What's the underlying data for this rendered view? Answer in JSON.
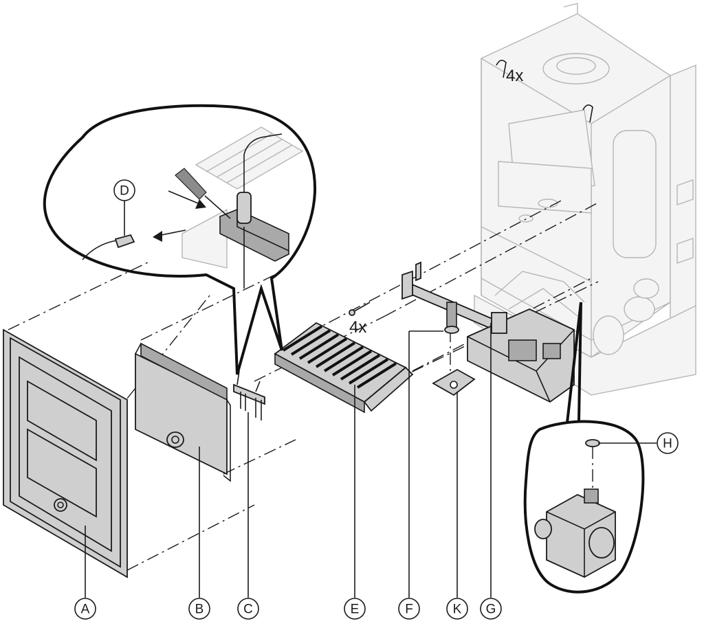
{
  "callouts": {
    "A": "A",
    "B": "B",
    "C": "C",
    "D": "D",
    "E": "E",
    "F": "F",
    "G": "G",
    "H": "H",
    "K": "K"
  },
  "quantities": {
    "top_clips": "4x",
    "screws": "4x"
  }
}
